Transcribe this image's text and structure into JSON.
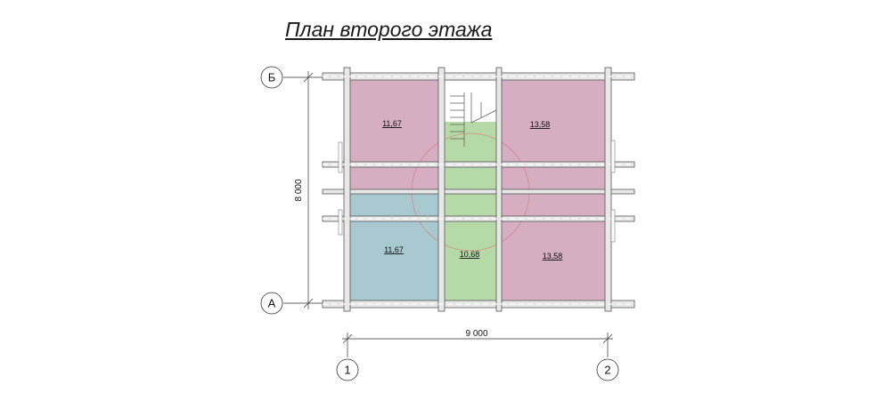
{
  "title": "План второго этажа",
  "colors": {
    "room_pink": "#d5aec2",
    "room_blue": "#a8c9cf",
    "room_green": "#b5d9a7",
    "wall": "#9a9a9a",
    "wall_dark": "#555555",
    "stair": "#ffffff",
    "circle": "#e07070"
  },
  "rooms": [
    {
      "id": "top-left",
      "area": "11,67",
      "color": "room_pink"
    },
    {
      "id": "top-right",
      "area": "13,58",
      "color": "room_pink"
    },
    {
      "id": "bottom-left",
      "area": "11,67",
      "color": "room_blue"
    },
    {
      "id": "bottom-center",
      "area": "10,68",
      "color": "room_green"
    },
    {
      "id": "bottom-right",
      "area": "13,58",
      "color": "room_pink"
    }
  ],
  "dimensions": {
    "height": "8 000",
    "width": "9 000"
  },
  "axes": {
    "rows": [
      "Б",
      "А"
    ],
    "columns": [
      "1",
      "2"
    ]
  }
}
